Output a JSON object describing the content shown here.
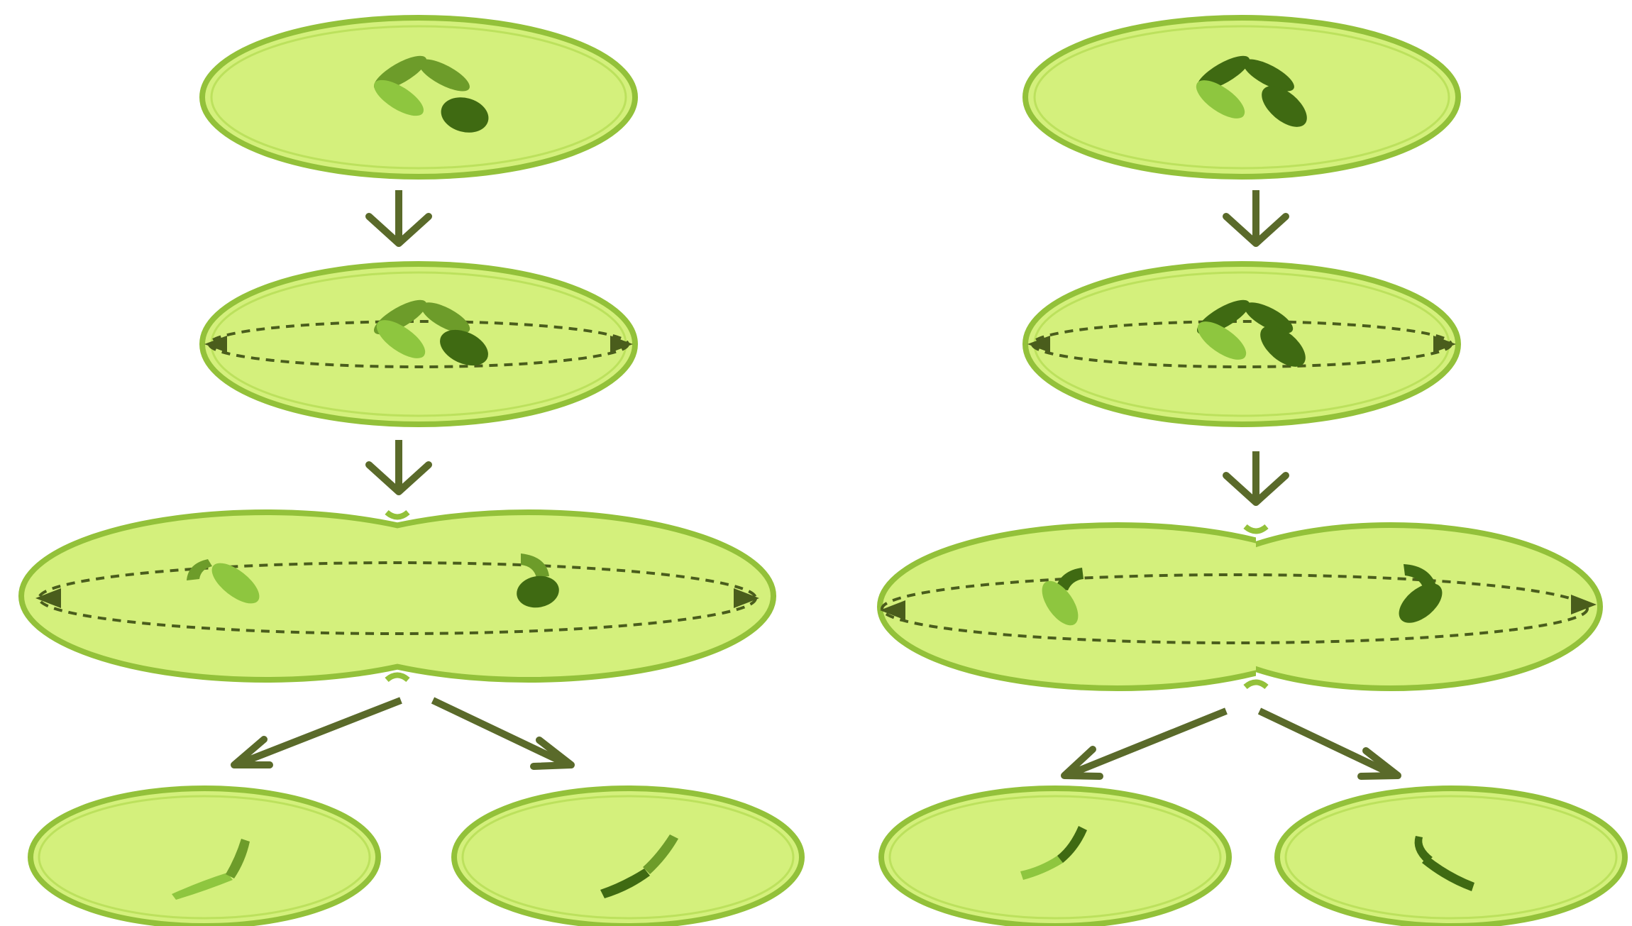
{
  "diagram": {
    "kind": "cell-division-illustration",
    "columns": 2,
    "stages_per_column": 4,
    "icons": [
      "cell",
      "chromosome",
      "spindle",
      "down-arrow",
      "diagonal-arrow"
    ]
  },
  "colors": {
    "background": "#ffffff",
    "cell_fill": "#d4f07c",
    "cell_stroke": "#93c13a",
    "cell_inner": "#b5dd55",
    "spindle": "#4a5d1c",
    "arrow": "#5a6a2a",
    "chrom_light": "#8ec63f",
    "chrom_mid": "#6d9c2a",
    "chrom_dark": "#3f6a12"
  }
}
